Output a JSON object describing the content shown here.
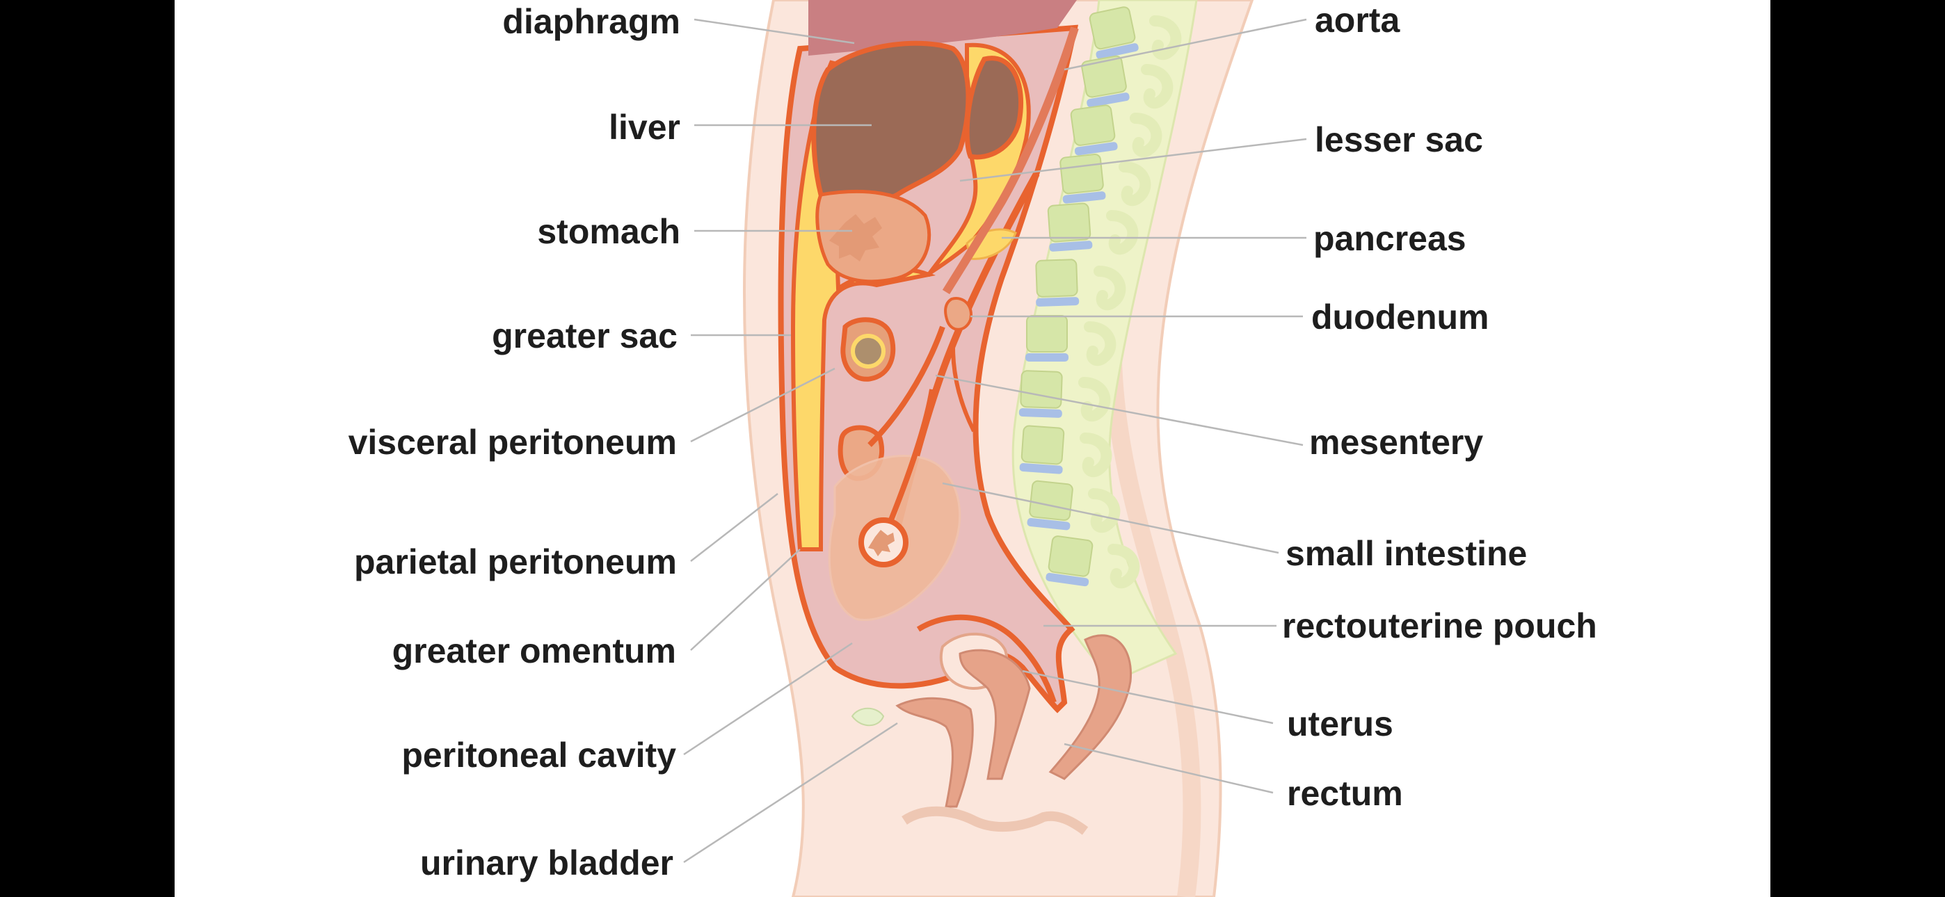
{
  "diagram": {
    "labels_left": [
      {
        "id": "diaphragm",
        "text": "diaphragm"
      },
      {
        "id": "liver",
        "text": "liver"
      },
      {
        "id": "stomach",
        "text": "stomach"
      },
      {
        "id": "greater-sac",
        "text": "greater sac"
      },
      {
        "id": "visceral-peritoneum",
        "text": "visceral peritoneum"
      },
      {
        "id": "parietal-peritoneum",
        "text": "parietal peritoneum"
      },
      {
        "id": "greater-omentum",
        "text": "greater omentum"
      },
      {
        "id": "peritoneal-cavity",
        "text": "peritoneal cavity"
      },
      {
        "id": "urinary-bladder",
        "text": "urinary bladder"
      }
    ],
    "labels_right": [
      {
        "id": "aorta",
        "text": "aorta"
      },
      {
        "id": "lesser-sac",
        "text": "lesser sac"
      },
      {
        "id": "pancreas",
        "text": "pancreas"
      },
      {
        "id": "duodenum",
        "text": "duodenum"
      },
      {
        "id": "mesentery",
        "text": "mesentery"
      },
      {
        "id": "small-intestine",
        "text": "small intestine"
      },
      {
        "id": "rectouterine-pouch",
        "text": "rectouterine pouch"
      },
      {
        "id": "uterus",
        "text": "uterus"
      },
      {
        "id": "rectum",
        "text": "rectum"
      }
    ],
    "colors": {
      "background": "#000000",
      "panel": "#ffffff",
      "body_skin": "#fbe6dc",
      "body_outline": "#f2cdb8",
      "cavity": "#e9bdbc",
      "peritoneum_line": "#e8632f",
      "sac_fill": "#fdd86a",
      "liver": "#9b6a56",
      "stomach": "#eba886",
      "spine": "#d6e6a8",
      "disc": "#a8bfe6",
      "label_text": "#1e1e1e",
      "leader_line": "#b8b8b8"
    }
  }
}
